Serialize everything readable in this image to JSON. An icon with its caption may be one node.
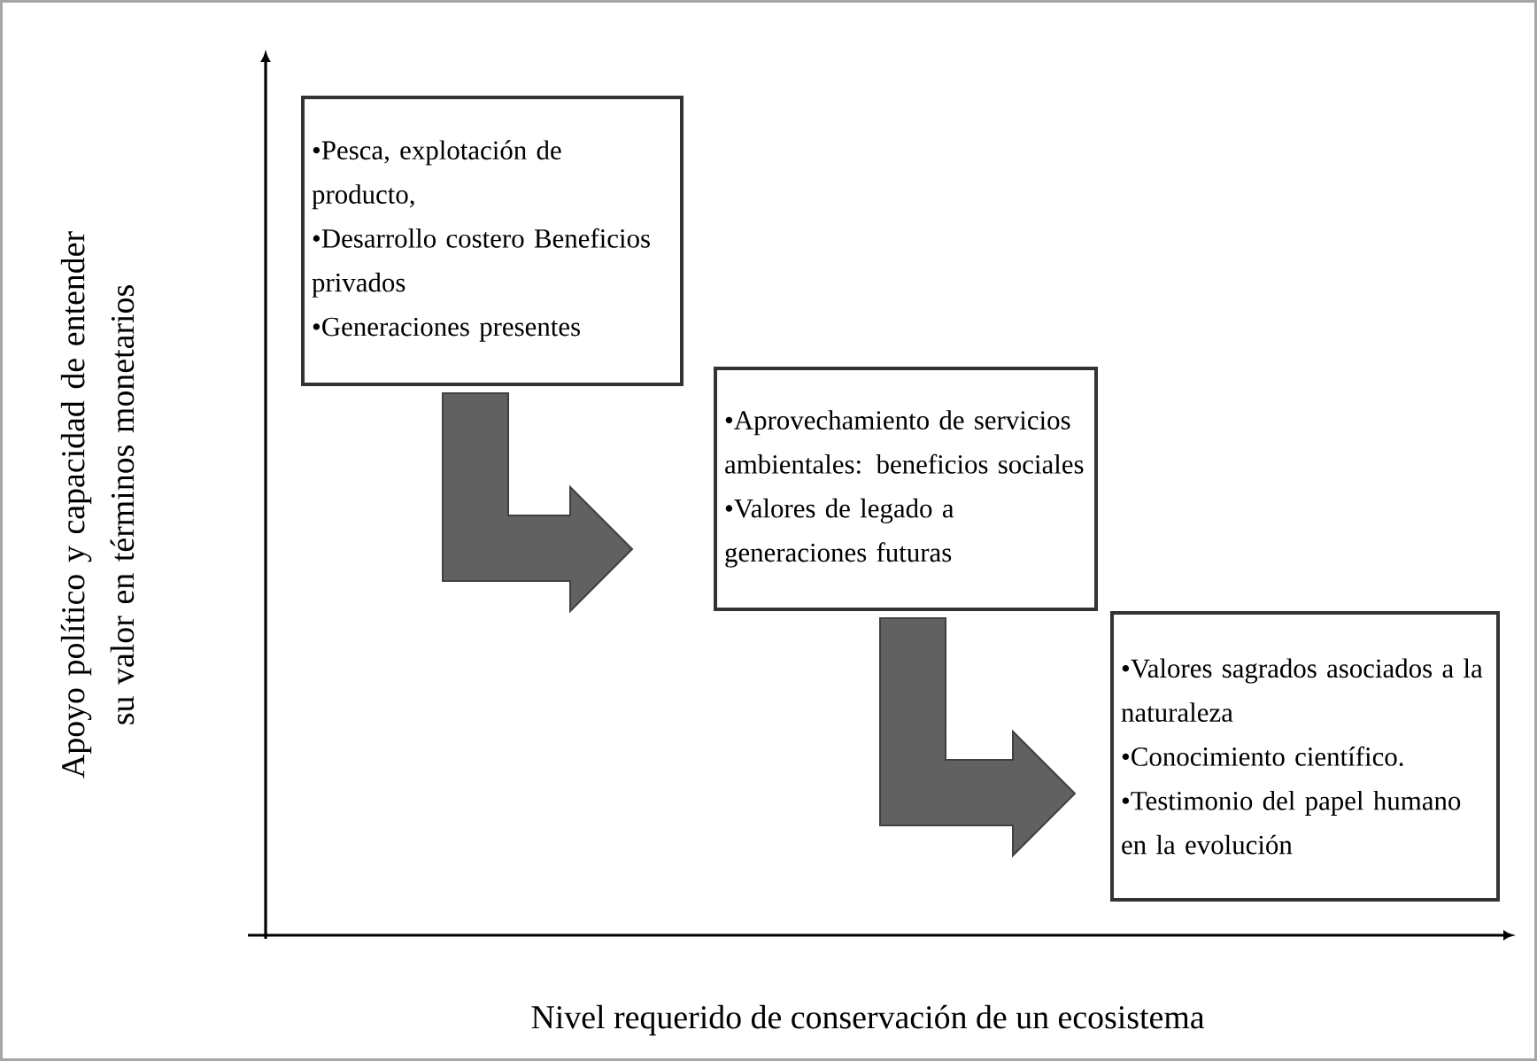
{
  "diagram": {
    "nodes": [
      {
        "text": [
          "•Pesca, explotación de producto,",
          "•Desarrollo costero Beneficios privados",
          "•Generaciones presentes"
        ]
      },
      {
        "text": [
          "•Aprovechamiento de servicios ambientales: beneficios sociales",
          "•Valores de legado a generaciones futuras"
        ]
      },
      {
        "text": [
          "•Valores sagrados asociados a la naturaleza",
          "•Conocimiento científico.",
          "•Testimonio del papel humano en la evolución"
        ]
      }
    ],
    "edges": [
      {
        "from": 0,
        "to": 1,
        "arrow": "to"
      },
      {
        "from": 1,
        "to": 2,
        "arrow": "to"
      }
    ],
    "labels": [
      "Apoyo político y capacidad de entender su valor en términos monetarios",
      "Nivel requerido de conservación de un ecosistema"
    ]
  }
}
